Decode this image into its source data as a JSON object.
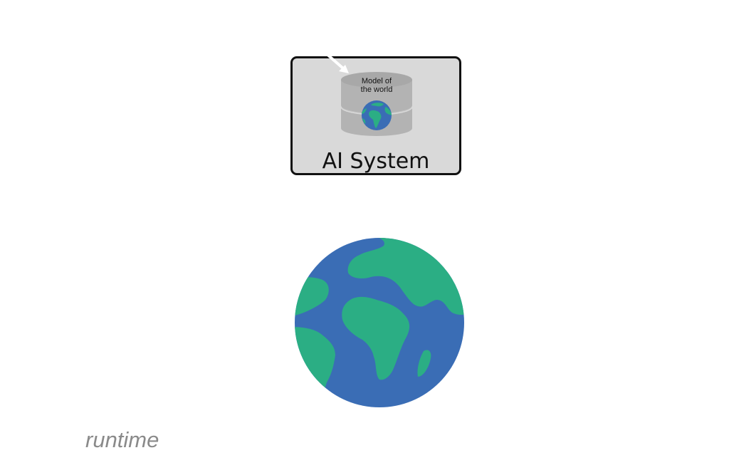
{
  "ai_system": {
    "title": "AI System",
    "database_label_line1": "Model of",
    "database_label_line2": "the world"
  },
  "runtime_label": "runtime",
  "colors": {
    "ocean": "#3a6db5",
    "land": "#2bae84",
    "box_fill": "#d9d9d9",
    "database": "#b3b3b3",
    "label_gray": "#8a8a8a"
  },
  "icons": {
    "database": "database-icon",
    "earth": "earth-icon",
    "arrow": "arrow-icon"
  }
}
